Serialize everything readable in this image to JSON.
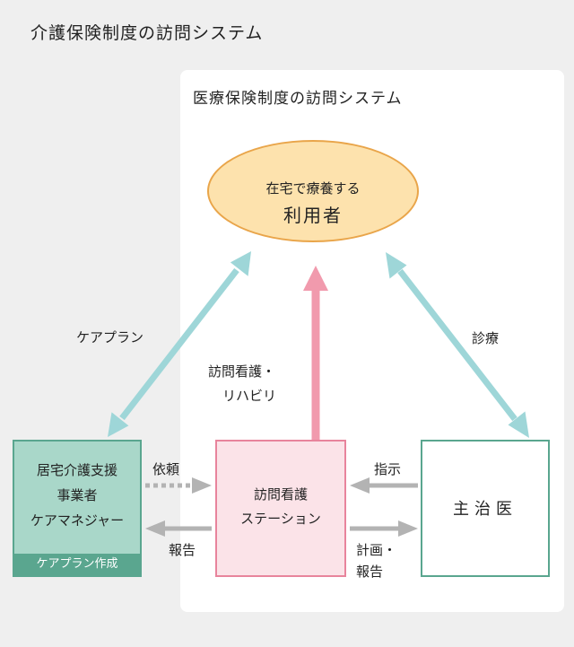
{
  "outer_title": "介護保険制度の訪問システム",
  "inner_title": "医療保険制度の訪問システム",
  "user": {
    "line1": "在宅で療養する",
    "line2": "利用者"
  },
  "care_manager": {
    "lines": [
      "居宅介護支援",
      "事業者",
      "ケアマネジャー"
    ],
    "footer": "ケアプラン作成"
  },
  "station": {
    "lines": [
      "訪問看護",
      "ステーション"
    ]
  },
  "doctor": {
    "label": "主治医"
  },
  "labels": {
    "care_plan": "ケアプラン",
    "visit_nursing": [
      "訪問看護・",
      "リハビリ"
    ],
    "medical_care": "診療",
    "request": "依頼",
    "report": "報告",
    "instruction": "指示",
    "plan_report": [
      "計画・",
      "報告"
    ]
  },
  "colors": {
    "teal_arrow": "#9ed6d8",
    "pink_arrow": "#f19aad",
    "gray_arrow": "#b3b3b3",
    "user_fill": "#fde2ad",
    "user_border": "#e9a54a",
    "care_fill": "#a9d7c9",
    "care_border": "#5aa68f",
    "station_fill": "#fbe3e8",
    "station_border": "#e8849c"
  }
}
